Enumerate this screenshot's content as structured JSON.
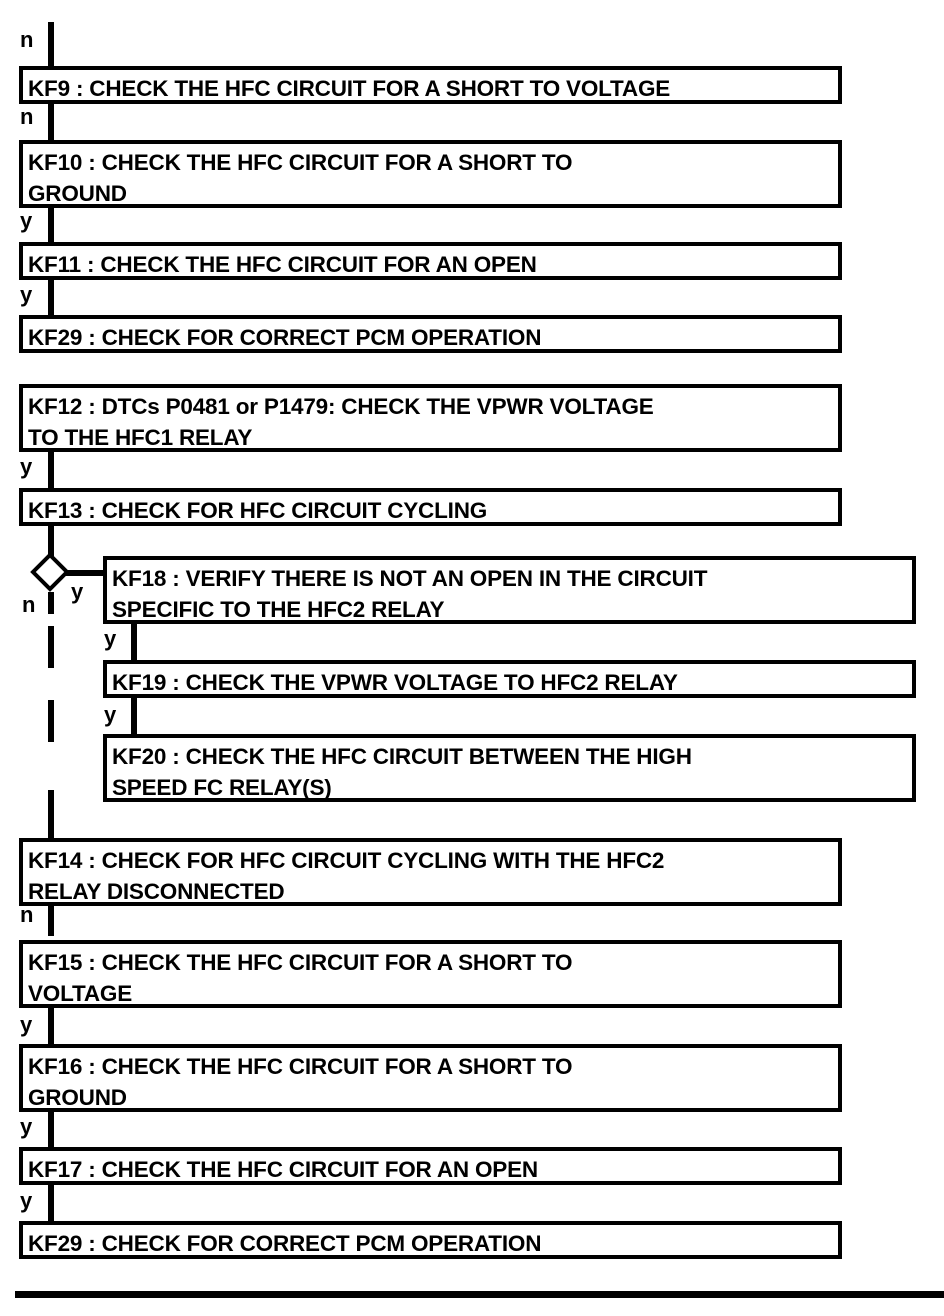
{
  "diagram": {
    "type": "flowchart",
    "title": "HFC circuit diagnostic pinpoint test flow",
    "colors": {
      "line": "#000000",
      "box_fill": "#ffffff",
      "text": "#000000",
      "background": "#ffffff"
    },
    "nodes": [
      {
        "id": "KF9",
        "label": "KF9 : CHECK THE HFC CIRCUIT FOR A SHORT TO VOLTAGE"
      },
      {
        "id": "KF10",
        "label": "KF10 : CHECK THE HFC CIRCUIT FOR A SHORT TO\nGROUND"
      },
      {
        "id": "KF11",
        "label": "KF11 : CHECK THE HFC CIRCUIT FOR AN OPEN"
      },
      {
        "id": "KF29a",
        "label": "KF29 : CHECK FOR CORRECT PCM OPERATION"
      },
      {
        "id": "KF12",
        "label": "KF12 : DTCs P0481 or P1479: CHECK THE VPWR VOLTAGE\nTO THE HFC1 RELAY"
      },
      {
        "id": "KF13",
        "label": "KF13 : CHECK FOR HFC CIRCUIT CYCLING"
      },
      {
        "id": "KF18",
        "label": "KF18 : VERIFY THERE IS NOT AN OPEN IN THE CIRCUIT\nSPECIFIC TO THE HFC2 RELAY"
      },
      {
        "id": "KF19",
        "label": "KF19 : CHECK THE VPWR VOLTAGE TO HFC2 RELAY"
      },
      {
        "id": "KF20",
        "label": "KF20 : CHECK THE HFC CIRCUIT BETWEEN THE HIGH\nSPEED FC RELAY(S)"
      },
      {
        "id": "KF14",
        "label": "KF14 : CHECK FOR HFC CIRCUIT CYCLING WITH THE HFC2\nRELAY DISCONNECTED"
      },
      {
        "id": "KF15",
        "label": "KF15 : CHECK THE HFC CIRCUIT FOR A SHORT TO\nVOLTAGE"
      },
      {
        "id": "KF16",
        "label": "KF16 : CHECK THE HFC CIRCUIT FOR A SHORT TO\nGROUND"
      },
      {
        "id": "KF17",
        "label": "KF17 : CHECK THE HFC CIRCUIT FOR AN OPEN"
      },
      {
        "id": "KF29b",
        "label": "KF29 : CHECK FOR CORRECT PCM OPERATION"
      }
    ],
    "branch_labels": [
      {
        "id": "top-in",
        "text": "n"
      },
      {
        "id": "kf9-out",
        "text": "n"
      },
      {
        "id": "kf10-out",
        "text": "y"
      },
      {
        "id": "kf11-out",
        "text": "y"
      },
      {
        "id": "kf12-out",
        "text": "y"
      },
      {
        "id": "decision-n",
        "text": "n"
      },
      {
        "id": "decision-y",
        "text": "y"
      },
      {
        "id": "kf18-out",
        "text": "y"
      },
      {
        "id": "kf19-out",
        "text": "y"
      },
      {
        "id": "kf14-out",
        "text": "n"
      },
      {
        "id": "kf15-out",
        "text": "y"
      },
      {
        "id": "kf16-out",
        "text": "y"
      },
      {
        "id": "kf17-out",
        "text": "y"
      }
    ],
    "decision": {
      "id": "kf13-decision",
      "shape": "diamond",
      "yes": "y",
      "no": "n"
    }
  }
}
